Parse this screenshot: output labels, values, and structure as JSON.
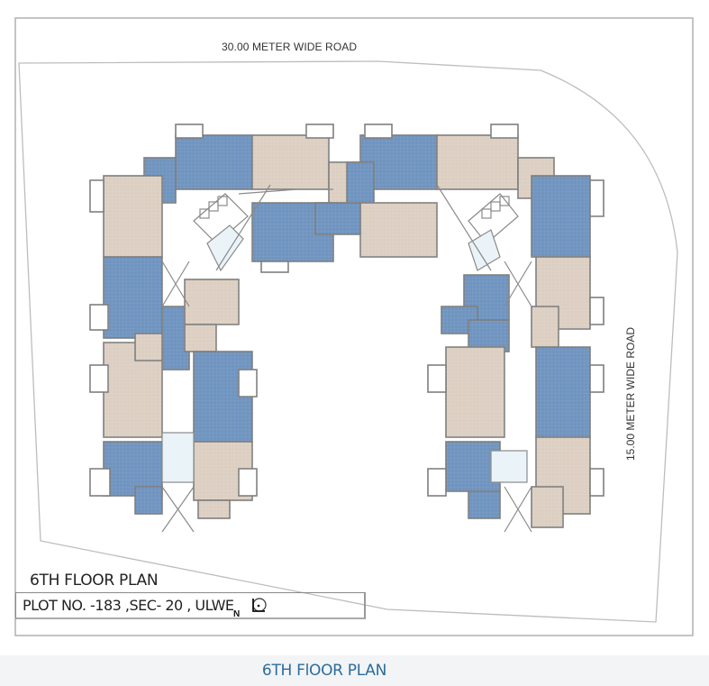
{
  "plan": {
    "road_top_label": "30.00 METER WIDE ROAD",
    "road_right_label": "15.00 METER WIDE ROAD",
    "title": "6TH  FLOOR PLAN",
    "plot_label": "PLOT  NO. -183 ,SEC- 20  , ULWE",
    "north_label": "N",
    "colors": {
      "unit_blue": "#6f94bf",
      "unit_beige": "#dccfc2",
      "wall": "#7d7d7d",
      "boundary": "#b8b8b8",
      "frame": "#a8a8a8"
    }
  },
  "caption": {
    "text": "6TH FlOOR PLAN",
    "color": "#2b6c9c",
    "background": "#f3f4f6"
  }
}
